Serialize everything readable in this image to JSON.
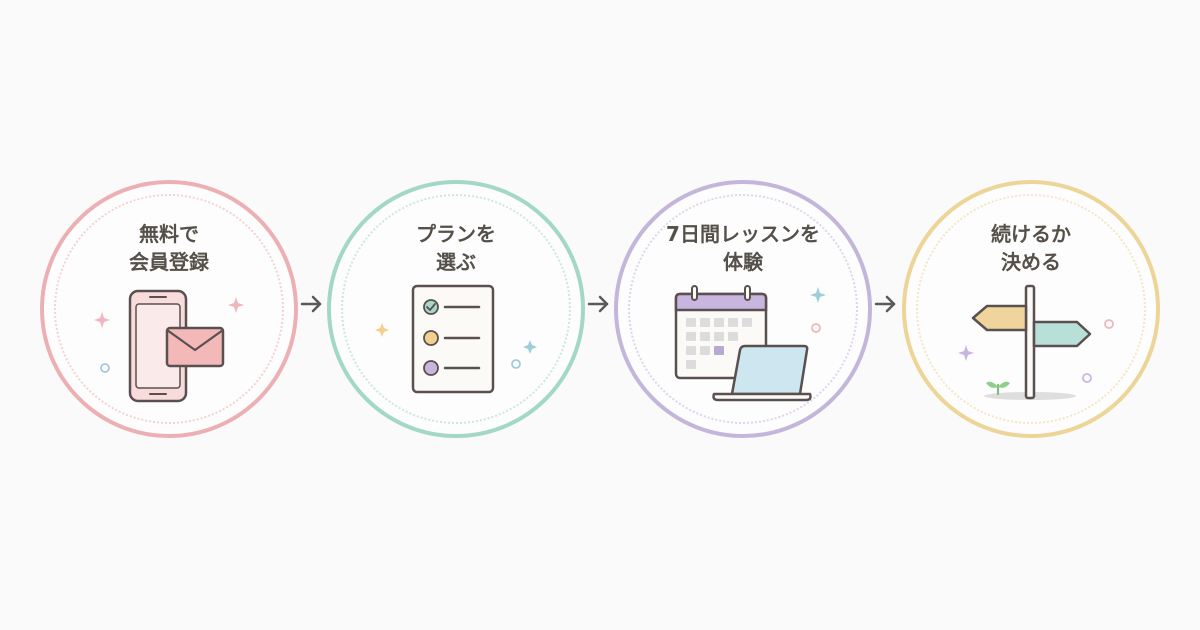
{
  "steps": [
    {
      "line1": "無料で",
      "line2": "会員登録",
      "color": "#ecb0b4",
      "icon": "smartphone-mail-icon"
    },
    {
      "line1": "プランを",
      "line2": "選ぶ",
      "color": "#a3d7c8",
      "icon": "checklist-icon"
    },
    {
      "line1": "7日間レッスンを",
      "line2": "体験",
      "color": "#c4b6da",
      "icon": "calendar-laptop-icon"
    },
    {
      "line1": "続けるか",
      "line2": "決める",
      "color": "#ecd596",
      "icon": "signpost-icon"
    }
  ],
  "arrow_color": "#5a5a5a"
}
